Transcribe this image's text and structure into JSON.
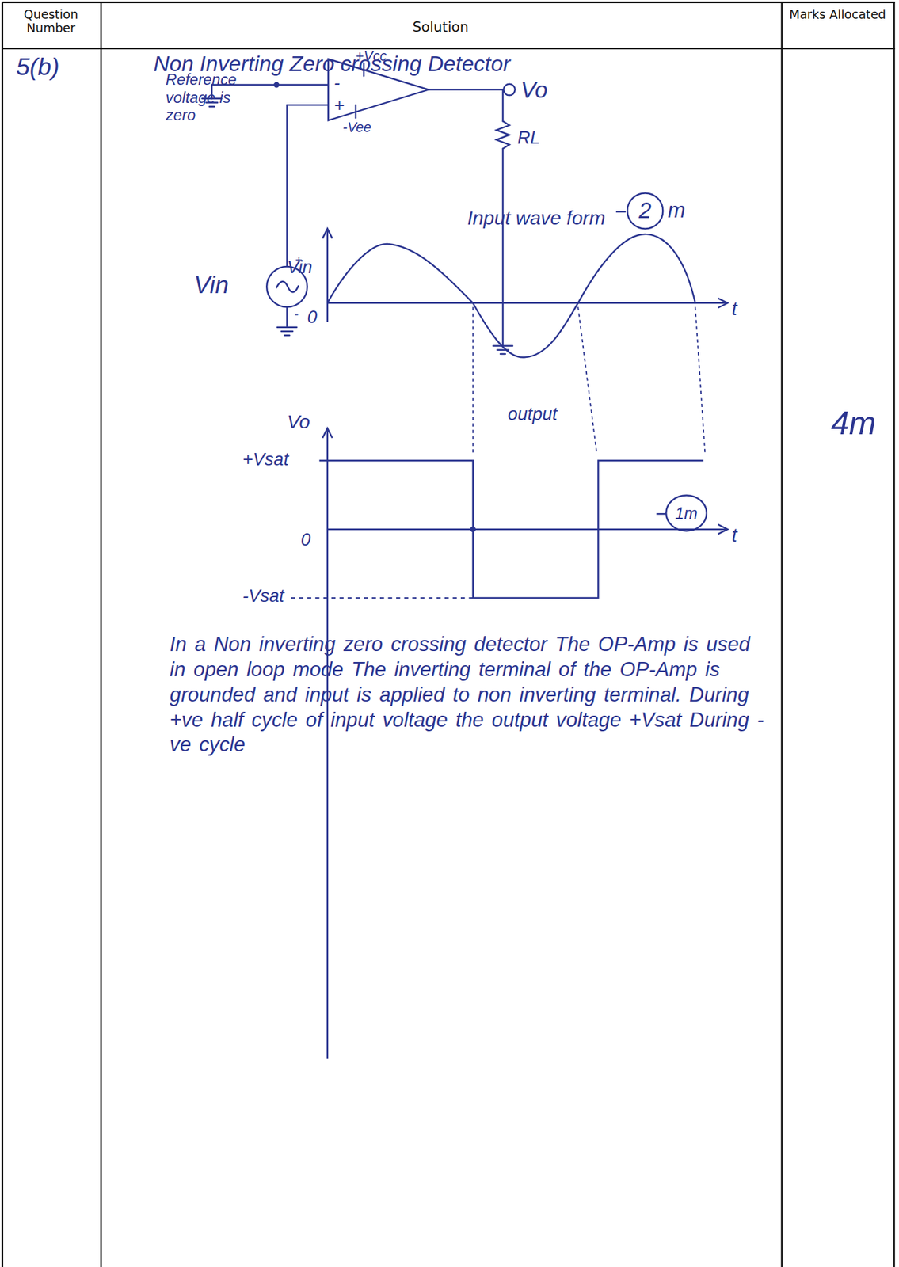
{
  "diagram": {
    "nodes": [
      {
        "text": [
          "-",
          "+"
        ]
      },
      {
        "text": [
          "2",
          "m"
        ]
      },
      {
        "text": [
          "1m"
        ]
      }
    ],
    "labels": [
      "Question Number",
      "Solution",
      "Marks Allocated",
      "5(b)",
      "Non Inverting Zero crossing Detector",
      "Reference voltage is zero",
      "+Vcc",
      "-Vee",
      "Vo",
      "RL",
      "Vin",
      "+",
      "-",
      "Input wave form",
      "Vin",
      "0",
      "t",
      "Vo",
      "output",
      "+Vsat",
      "0",
      "t",
      "-Vsat",
      "4m",
      "In a Non inverting zero crossing detector The OP-Amp is used in open loop mode The inverting terminal of the OP-Amp is grounded and input is applied to non inverting terminal. During +ve half cycle of input voltage the output voltage +Vsat During -ve cycle"
    ]
  }
}
